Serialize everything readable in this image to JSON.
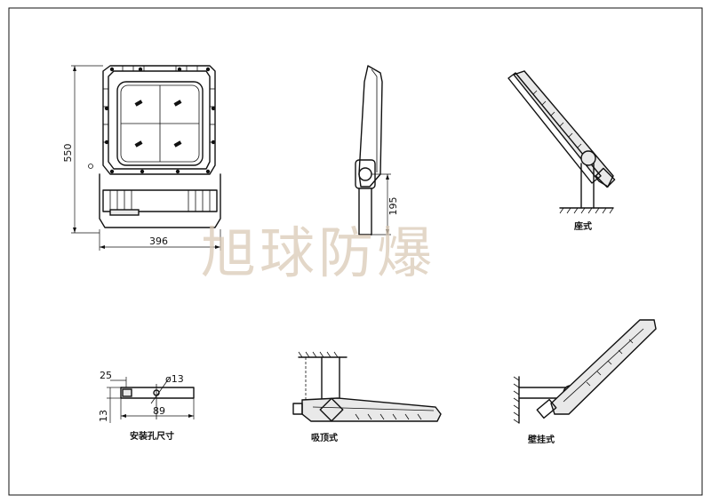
{
  "watermark": "旭球防爆",
  "dimensions": {
    "height": "550",
    "width": "396",
    "bracket_height": "195",
    "offset": "25",
    "hole_diameter": "ø13",
    "hole_spacing": "89",
    "thickness": "13"
  },
  "captions": {
    "seat_mount": "座式",
    "hole_size": "安装孔尺寸",
    "ceiling_mount": "吸顶式",
    "wall_mount": "壁挂式"
  }
}
